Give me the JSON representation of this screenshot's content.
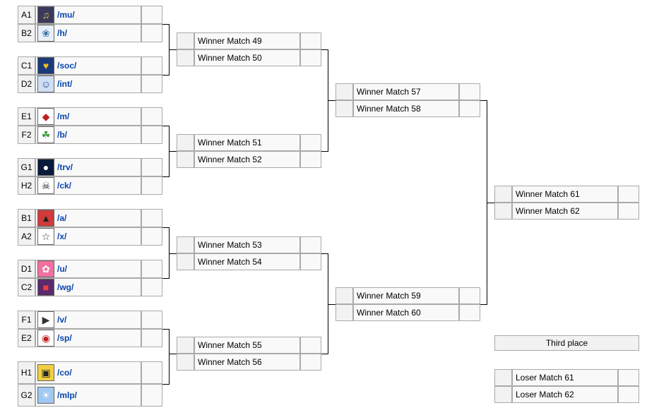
{
  "round1": [
    {
      "seed": "A1",
      "team": "/mu/",
      "icon": "mu-board-logo-icon",
      "bg": "#3a3a5a",
      "fg": "#e0c060",
      "glyph": "♫"
    },
    {
      "seed": "B2",
      "team": "/h/",
      "icon": "h-board-logo-icon",
      "bg": "#e8f0f8",
      "fg": "#3f6fa8",
      "glyph": "❀"
    },
    {
      "seed": "C1",
      "team": "/soc/",
      "icon": "soc-board-logo-icon",
      "bg": "#1a3a7a",
      "fg": "#f0c020",
      "glyph": "♥"
    },
    {
      "seed": "D2",
      "team": "/int/",
      "icon": "int-board-logo-icon",
      "bg": "#cfe0f5",
      "fg": "#2a4a8a",
      "glyph": "☺"
    },
    {
      "seed": "E1",
      "team": "/m/",
      "icon": "m-board-logo-icon",
      "bg": "#ffffff",
      "fg": "#c02020",
      "glyph": "◆"
    },
    {
      "seed": "F2",
      "team": "/b/",
      "icon": "b-board-logo-icon",
      "bg": "#ffffff",
      "fg": "#3a9a3a",
      "glyph": "☘"
    },
    {
      "seed": "G1",
      "team": "/trv/",
      "icon": "trv-board-logo-icon",
      "bg": "#0a1a3a",
      "fg": "#ffffff",
      "glyph": "●"
    },
    {
      "seed": "H2",
      "team": "/ck/",
      "icon": "ck-board-logo-icon",
      "bg": "#ffffff",
      "fg": "#222222",
      "glyph": "☠"
    },
    {
      "seed": "B1",
      "team": "/a/",
      "icon": "a-board-logo-icon",
      "bg": "#d03a3a",
      "fg": "#222222",
      "glyph": "▲"
    },
    {
      "seed": "A2",
      "team": "/x/",
      "icon": "x-board-logo-icon",
      "bg": "#ffffff",
      "fg": "#333333",
      "glyph": "☆"
    },
    {
      "seed": "D1",
      "team": "/u/",
      "icon": "u-board-logo-icon",
      "bg": "#f070a0",
      "fg": "#ffffff",
      "glyph": "✿"
    },
    {
      "seed": "C2",
      "team": "/wg/",
      "icon": "wg-board-logo-icon",
      "bg": "#5a2a6a",
      "fg": "#f04040",
      "glyph": "■"
    },
    {
      "seed": "F1",
      "team": "/v/",
      "icon": "v-board-logo-icon",
      "bg": "#ffffff",
      "fg": "#333333",
      "glyph": "▶"
    },
    {
      "seed": "E2",
      "team": "/sp/",
      "icon": "sp-board-logo-icon",
      "bg": "#ffffff",
      "fg": "#c02020",
      "glyph": "◉"
    },
    {
      "seed": "H1",
      "team": "/co/",
      "icon": "co-board-logo-icon",
      "bg": "#f0d040",
      "fg": "#222222",
      "glyph": "▣"
    },
    {
      "seed": "G2",
      "team": "/mlp/",
      "icon": "mlp-board-logo-icon",
      "bg": "#a0c8f0",
      "fg": "#ffffff",
      "glyph": "☀"
    }
  ],
  "quarterfinals": [
    {
      "top": "Winner Match 49",
      "bottom": "Winner Match 50"
    },
    {
      "top": "Winner Match 51",
      "bottom": "Winner Match 52"
    },
    {
      "top": "Winner Match 53",
      "bottom": "Winner Match 54"
    },
    {
      "top": "Winner Match 55",
      "bottom": "Winner Match 56"
    }
  ],
  "semifinals": [
    {
      "top": "Winner Match 57",
      "bottom": "Winner Match 58"
    },
    {
      "top": "Winner Match 59",
      "bottom": "Winner Match 60"
    }
  ],
  "final": {
    "top": "Winner Match 61",
    "bottom": "Winner Match 62"
  },
  "third_place": {
    "header": "Third place",
    "top": "Loser Match 61",
    "bottom": "Loser Match 62"
  }
}
